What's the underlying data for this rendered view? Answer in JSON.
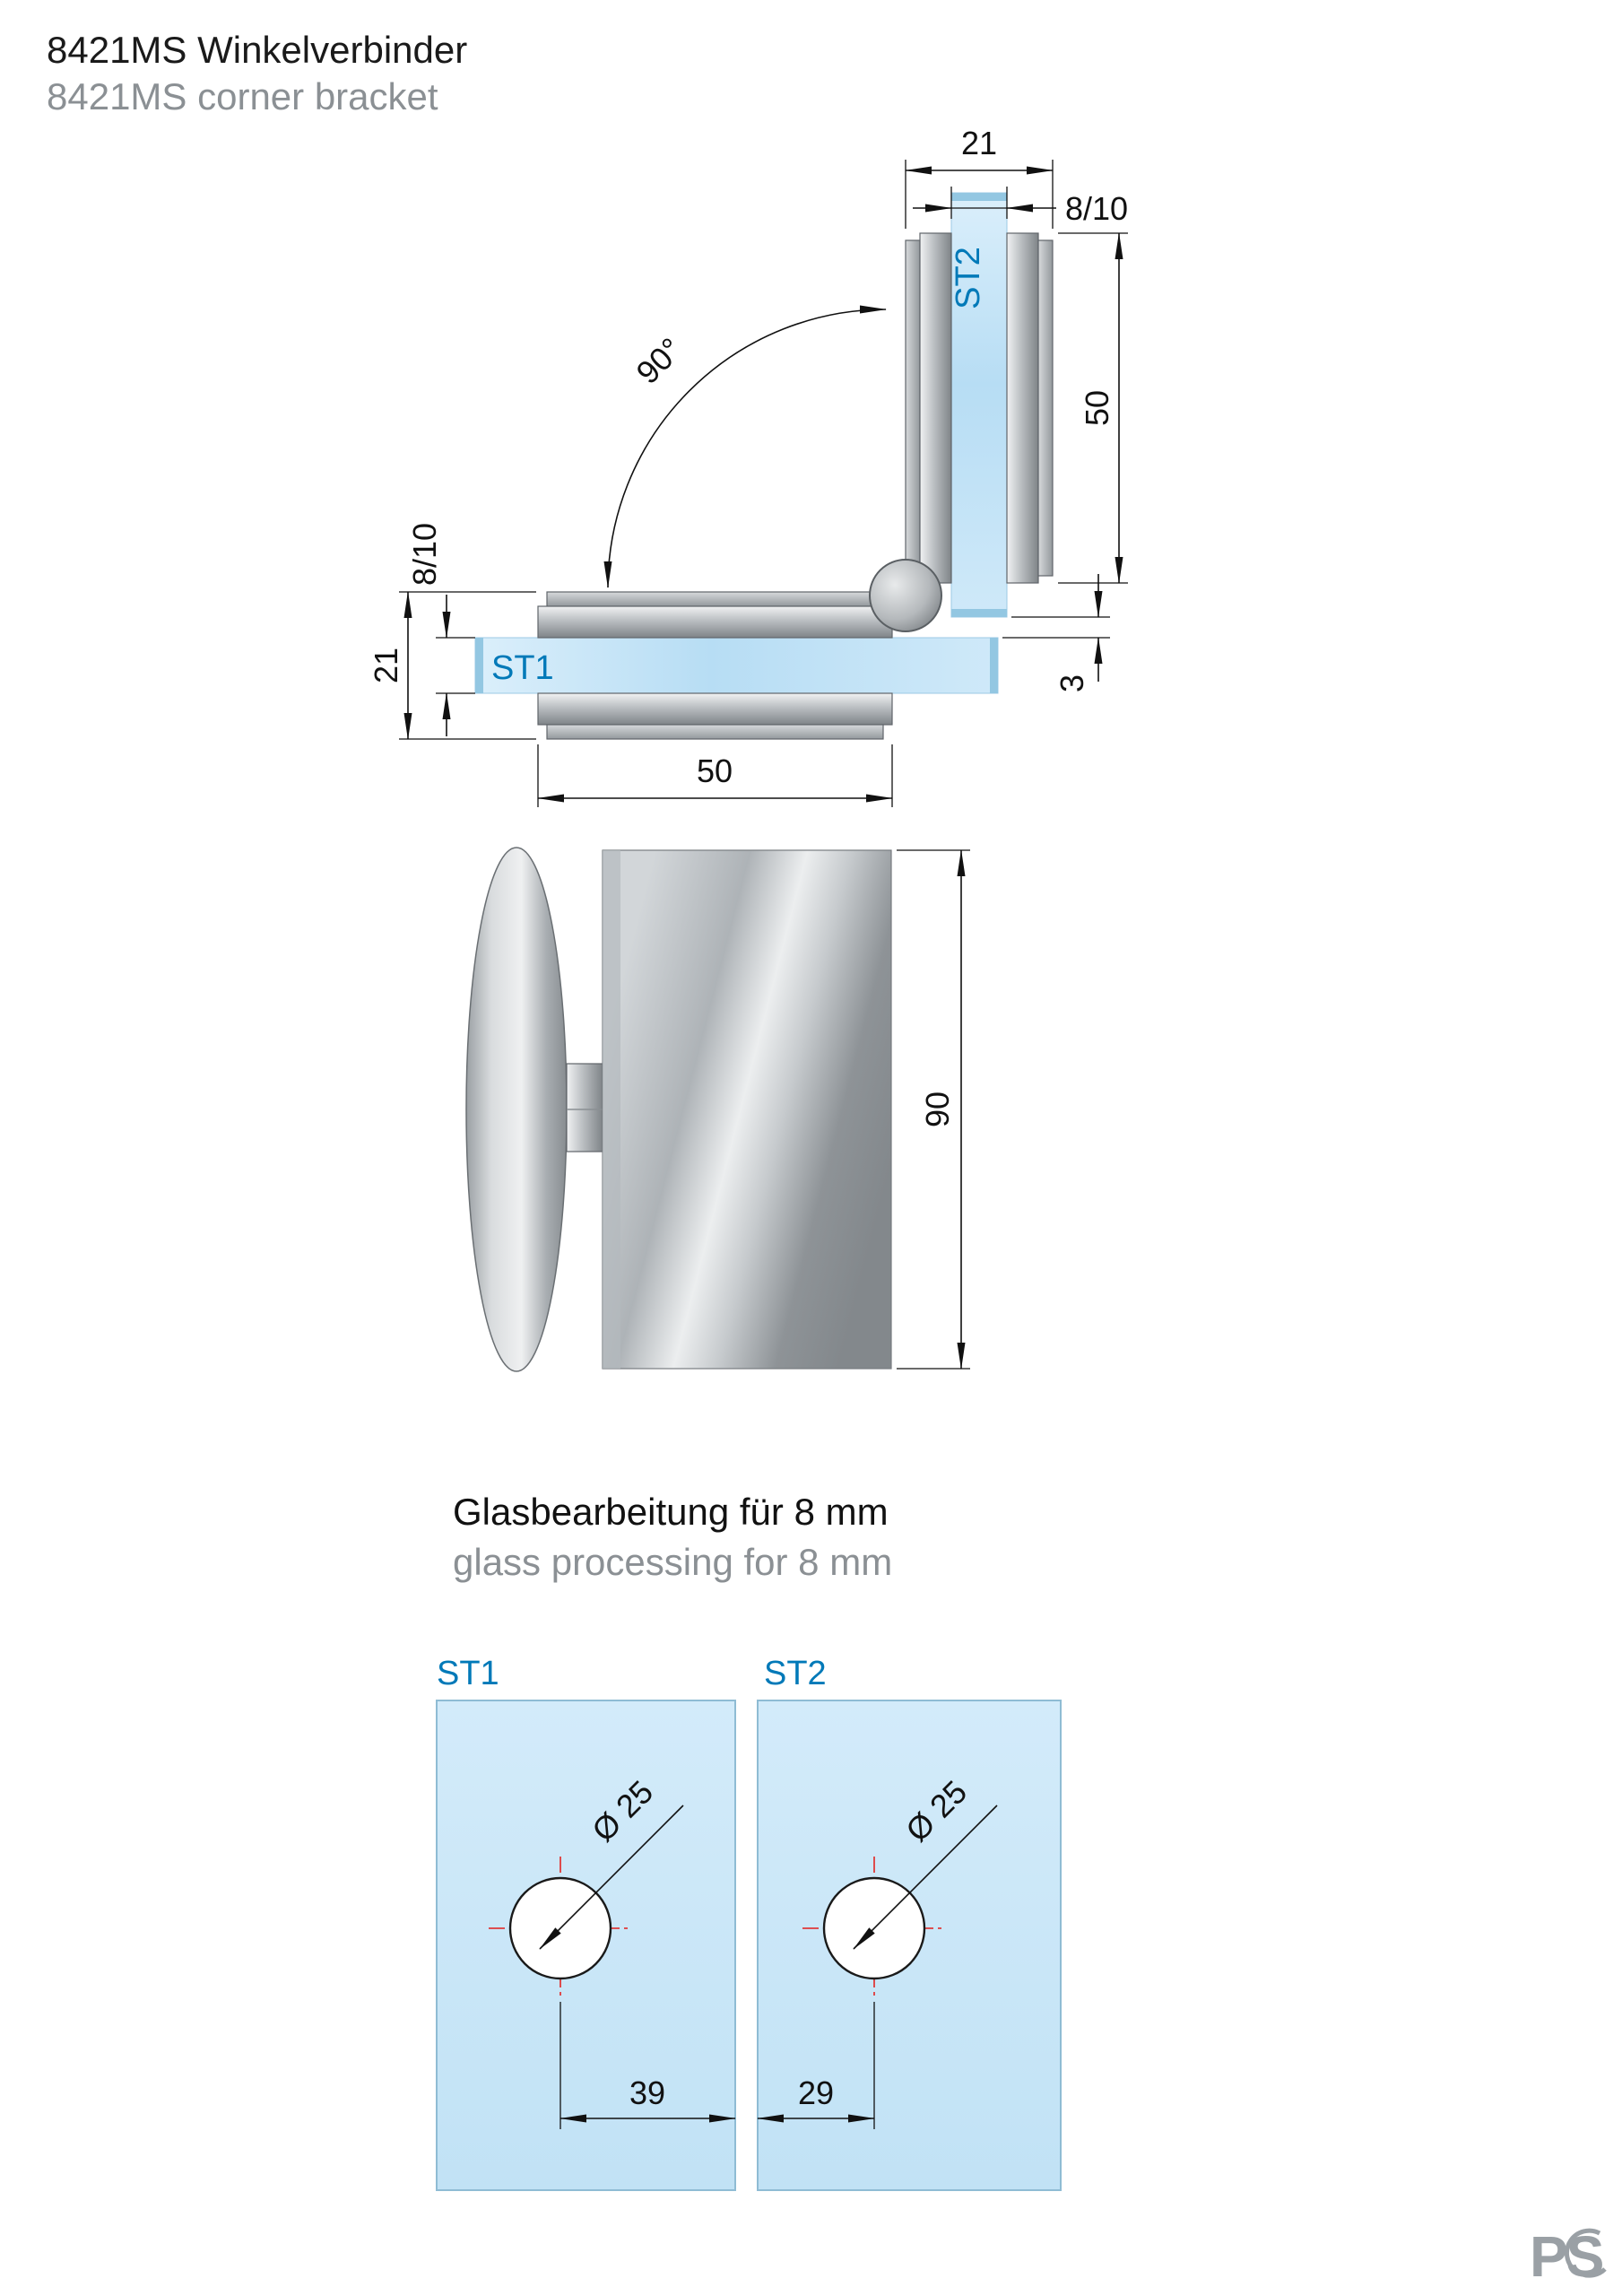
{
  "page": {
    "title_de": "8421MS Winkelverbinder",
    "title_en": "8421MS corner bracket"
  },
  "colors": {
    "glass_blue": "#c7e6f8",
    "label_blue": "#0079b8",
    "centerline_red": "#e03a3a",
    "metal_gray": "#9aa0a5",
    "dimension_black": "#111111"
  },
  "corner_view": {
    "labels": {
      "st1": "ST1",
      "st2": "ST2"
    },
    "dims": {
      "clamp_width_top": "21",
      "glass_thickness_top": "8/10",
      "clamp_length_right": "50",
      "glass_gap": "3",
      "glass_thickness_left": "8/10",
      "clamp_height_left": "21",
      "clamp_length_bottom": "50",
      "angle": "90°"
    }
  },
  "side_view": {
    "dims": {
      "plate_height": "90"
    }
  },
  "glass_processing": {
    "heading_de": "Glasbearbeitung für 8 mm",
    "heading_en": "glass processing for 8 mm",
    "panels": [
      {
        "label": "ST1",
        "hole_diameter": "Ø 25",
        "hole_offset": "39"
      },
      {
        "label": "ST2",
        "hole_diameter": "Ø 25",
        "hole_offset": "29"
      }
    ]
  },
  "logo": {
    "text": "PS"
  }
}
